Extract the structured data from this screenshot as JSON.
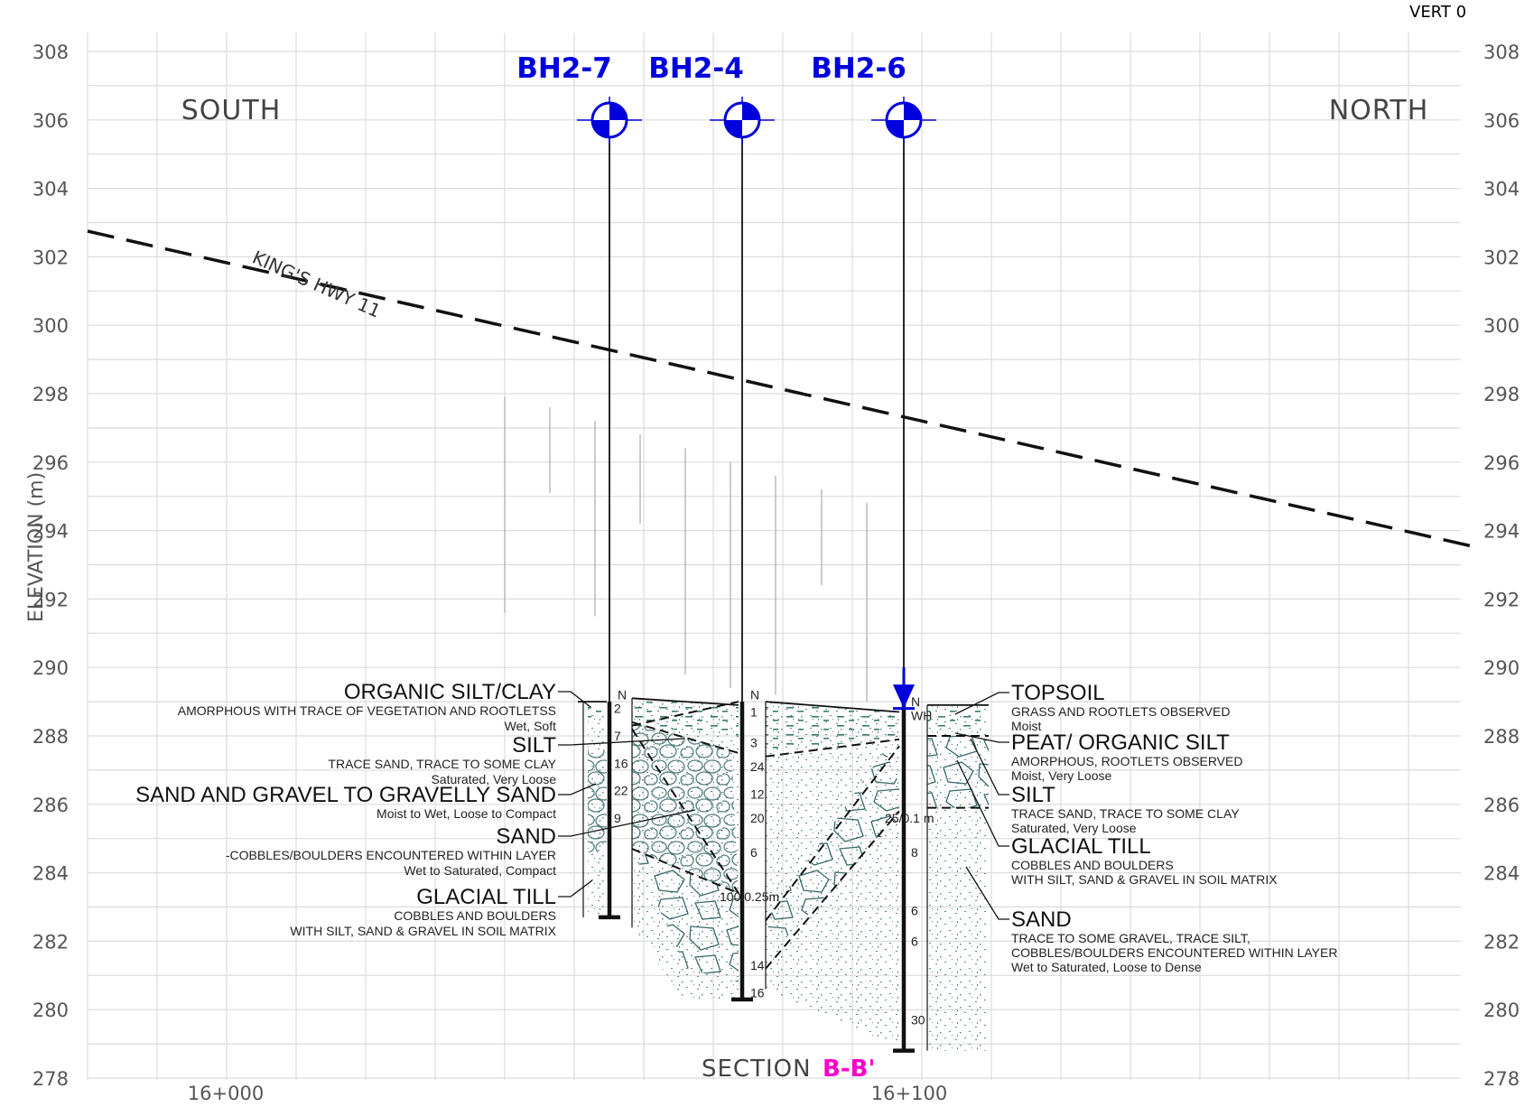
{
  "corner_label": "VERT 0",
  "y_axis_label": "ELEVATION (m)",
  "y_ticks": [
    308,
    306,
    304,
    302,
    300,
    298,
    296,
    294,
    292,
    290,
    288,
    286,
    284,
    282,
    280,
    278
  ],
  "x_ticks": [
    "16+000",
    "16+100"
  ],
  "direction_left": "SOUTH",
  "direction_right": "NORTH",
  "road_label": "KING'S HWY 11",
  "section": {
    "prefix": "SECTION",
    "id": "B-B'"
  },
  "colors": {
    "borehole": "#0000dd",
    "section_id": "#ff00cc",
    "grid": "#dcdcdc",
    "stipple": "#5a8a8a"
  },
  "boreholes": [
    {
      "name": "BH2-7",
      "n_header": "N",
      "n_values": [
        "2",
        "7",
        "16",
        "22",
        "9"
      ]
    },
    {
      "name": "BH2-4",
      "n_header": "N",
      "n_values": [
        "1",
        "3",
        "24",
        "12",
        "20",
        "6",
        "100/0.25m",
        "14",
        "16"
      ]
    },
    {
      "name": "BH2-6",
      "n_header": "N",
      "n_values": [
        "WH",
        "25/0.1 m",
        "8",
        "6",
        "6",
        "30"
      ]
    }
  ],
  "left_legend": [
    {
      "title": "ORGANIC SILT/CLAY",
      "lines": [
        "AMORPHOUS WITH TRACE OF VEGETATION AND ROOTLETSS",
        "Wet, Soft"
      ]
    },
    {
      "title": "SILT",
      "lines": [
        "TRACE SAND, TRACE TO SOME CLAY",
        "Saturated, Very Loose"
      ]
    },
    {
      "title": "SAND AND GRAVEL TO GRAVELLY SAND",
      "lines": [
        "Moist to Wet, Loose to Compact"
      ]
    },
    {
      "title": "SAND",
      "lines": [
        "-COBBLES/BOULDERS ENCOUNTERED WITHIN LAYER",
        "Wet to Saturated, Compact"
      ]
    },
    {
      "title": "GLACIAL TILL",
      "lines": [
        "COBBLES AND BOULDERS",
        "WITH SILT, SAND & GRAVEL IN SOIL MATRIX"
      ]
    }
  ],
  "right_legend": [
    {
      "title": "TOPSOIL",
      "lines": [
        "GRASS AND ROOTLETS OBSERVED",
        "Moist"
      ]
    },
    {
      "title": "PEAT/ ORGANIC SILT",
      "lines": [
        "AMORPHOUS, ROOTLETS OBSERVED",
        "Moist, Very Loose"
      ]
    },
    {
      "title": "SILT",
      "lines": [
        "TRACE SAND, TRACE TO SOME CLAY",
        "Saturated, Very Loose"
      ]
    },
    {
      "title": "GLACIAL TILL",
      "lines": [
        "COBBLES AND BOULDERS",
        "WITH SILT, SAND & GRAVEL IN SOIL MATRIX"
      ]
    },
    {
      "title": "SAND",
      "lines": [
        "TRACE TO SOME GRAVEL, TRACE SILT,",
        "COBBLES/BOULDERS ENCOUNTERED WITHIN LAYER",
        "Wet to Saturated, Loose to Dense"
      ]
    }
  ]
}
